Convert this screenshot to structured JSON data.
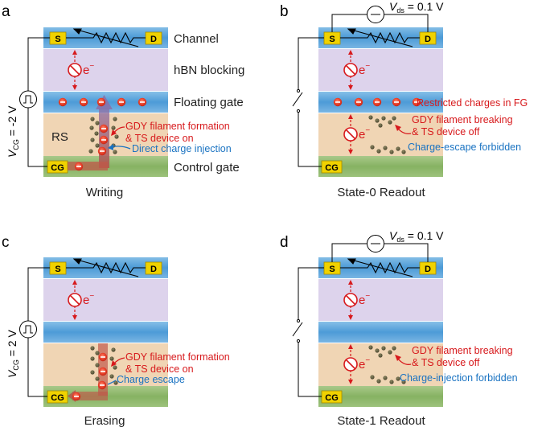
{
  "panels": [
    {
      "letter": "a",
      "caption": "Writing",
      "electrode_s": "S",
      "electrode_d": "D",
      "electrode_cg": "CG",
      "voltage_symbol": "V",
      "voltage_sub": "CG",
      "voltage_value": " = -2 V",
      "electron": "e",
      "electron_sup": "−",
      "layer_labels": [
        "Channel",
        "hBN blocking",
        "Floating gate",
        "Control gate"
      ],
      "rs_label": "RS",
      "annot_red_1": "GDY filament formation",
      "annot_red_2": "& TS device on",
      "annot_blue": "Direct charge injection"
    },
    {
      "letter": "b",
      "caption": "State-0 Readout",
      "electrode_s": "S",
      "electrode_d": "D",
      "electrode_cg": "CG",
      "vds_symbol": "V",
      "vds_sub": "ds",
      "vds_value": " = 0.1 V",
      "electron": "e",
      "electron_sup": "−",
      "annot_fg": "Restricted charges in FG",
      "annot_red_1": "GDY filament breaking",
      "annot_red_2": "& TS device off",
      "annot_blue": "Charge-escape forbidden"
    },
    {
      "letter": "c",
      "caption": "Erasing",
      "electrode_s": "S",
      "electrode_d": "D",
      "electrode_cg": "CG",
      "voltage_symbol": "V",
      "voltage_sub": "CG",
      "voltage_value": " = 2 V",
      "electron": "e",
      "electron_sup": "−",
      "annot_red_1": "GDY filament formation",
      "annot_red_2": "& TS device on",
      "annot_blue": "Charge escape"
    },
    {
      "letter": "d",
      "caption": "State-1 Readout",
      "electrode_s": "S",
      "electrode_d": "D",
      "electrode_cg": "CG",
      "vds_symbol": "V",
      "vds_sub": "ds",
      "vds_value": " = 0.1 V",
      "electron": "e",
      "electron_sup": "−",
      "annot_red_1": "GDY filament breaking",
      "annot_red_2": "& TS device off",
      "annot_blue": "Charge-injection forbidden"
    }
  ],
  "colors": {
    "channel": "#5fa8dc",
    "hbn": "#ddd3ec",
    "floating_gate": "#5fa8dc",
    "rs": "#f0d5b4",
    "control_gate": "#8fb86a",
    "electrode": "#f0d200",
    "electron_red": "#e8402a",
    "annotation_red": "#d7191c",
    "annotation_blue": "#1a73c2"
  }
}
